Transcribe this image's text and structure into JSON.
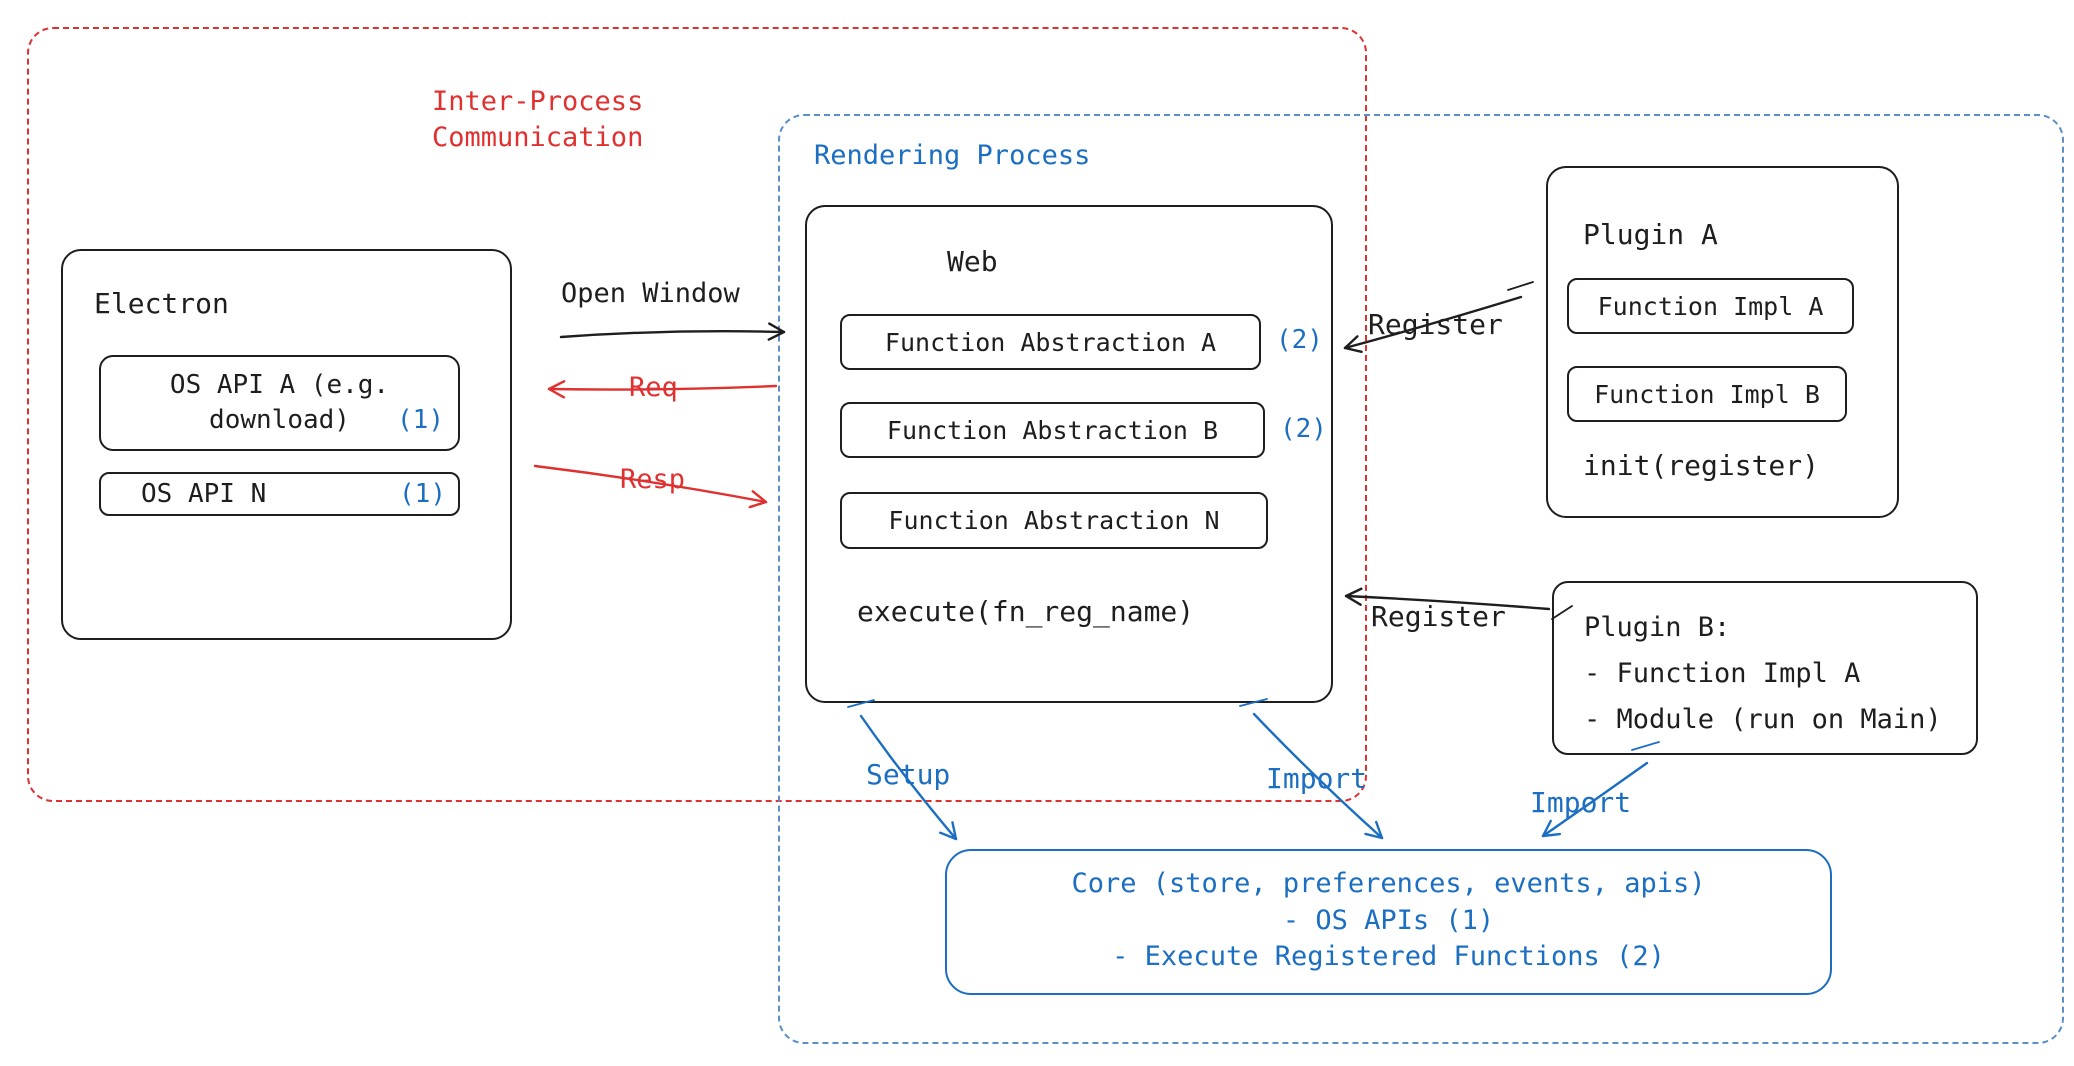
{
  "colors": {
    "ink": "#1e1e1e",
    "red": "#e03131",
    "blue": "#1b6ec2",
    "frame_blue": "#5b8fc7"
  },
  "groups": {
    "ipc": {
      "title": "Inter-Process\nCommunication"
    },
    "rendering": {
      "title": "Rendering Process"
    }
  },
  "electron": {
    "title": "Electron",
    "os_api_a": {
      "label": "OS API A (e.g.\ndownload)",
      "ref": "(1)"
    },
    "os_api_n": {
      "label": "OS API N",
      "ref": "(1)"
    }
  },
  "web": {
    "title": "Web",
    "fn_a": {
      "label": "Function Abstraction A",
      "ref": "(2)"
    },
    "fn_b": {
      "label": "Function Abstraction B",
      "ref": "(2)"
    },
    "fn_n": {
      "label": "Function Abstraction N"
    },
    "execute_label": "execute(fn_reg_name)"
  },
  "plugin_a": {
    "title": "Plugin A",
    "impl_a": "Function Impl A",
    "impl_b": "Function Impl B",
    "init_label": "init(register)"
  },
  "plugin_b": {
    "text": "Plugin B:\n- Function Impl A\n- Module (run on Main)"
  },
  "core": {
    "text": "Core (store, preferences, events, apis)\n- OS APIs (1)\n- Execute Registered Functions (2)"
  },
  "arrow_labels": {
    "open_window": "Open Window",
    "req": "Req",
    "resp": "Resp",
    "register_a": "Register",
    "register_b": "Register",
    "setup": "Setup",
    "import_web": "Import",
    "import_plugin": "Import"
  }
}
